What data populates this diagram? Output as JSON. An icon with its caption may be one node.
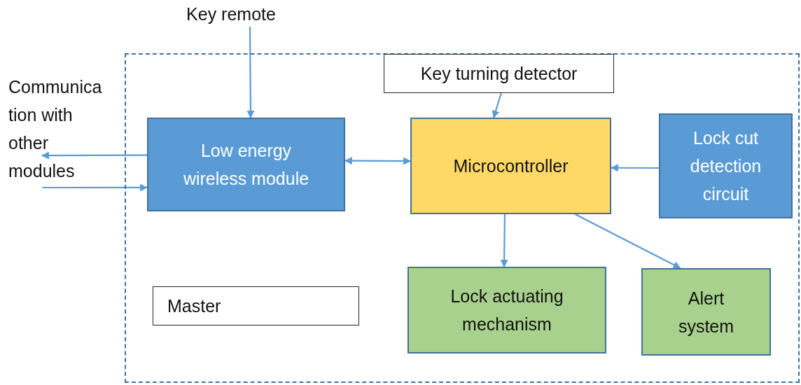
{
  "diagram": {
    "nodes": [
      {
        "text": [],
        "shape": "box"
      },
      {
        "text": [
          "Key remote"
        ]
      },
      {
        "text": [
          "Communica tion with other modules"
        ]
      },
      {
        "text": [
          "Low energy wireless module"
        ],
        "in": 0
      },
      {
        "text": [
          "Key turning detector"
        ],
        "in": 0
      },
      {
        "text": [
          "Microcontroller"
        ],
        "in": 0
      },
      {
        "text": [
          "Lock cut detection circuit"
        ],
        "in": 0
      },
      {
        "text": [
          "Lock actuating mechanism"
        ],
        "in": 0
      },
      {
        "text": [
          "Alert system"
        ],
        "in": 0
      },
      {
        "text": [
          "Master"
        ],
        "in": 0
      }
    ],
    "edges": [
      {
        "from": 1,
        "to": 3,
        "arrow": "to"
      },
      {
        "from": 3,
        "to": 2,
        "arrow": "to"
      },
      {
        "from": 2,
        "to": 3,
        "arrow": "to"
      },
      {
        "from": 3,
        "to": 5,
        "arrow": "both"
      },
      {
        "from": 4,
        "to": 5,
        "arrow": "to"
      },
      {
        "from": 6,
        "to": 5,
        "arrow": "to"
      },
      {
        "from": 5,
        "to": 7,
        "arrow": "to"
      },
      {
        "from": 5,
        "to": 8,
        "arrow": "to"
      }
    ]
  }
}
